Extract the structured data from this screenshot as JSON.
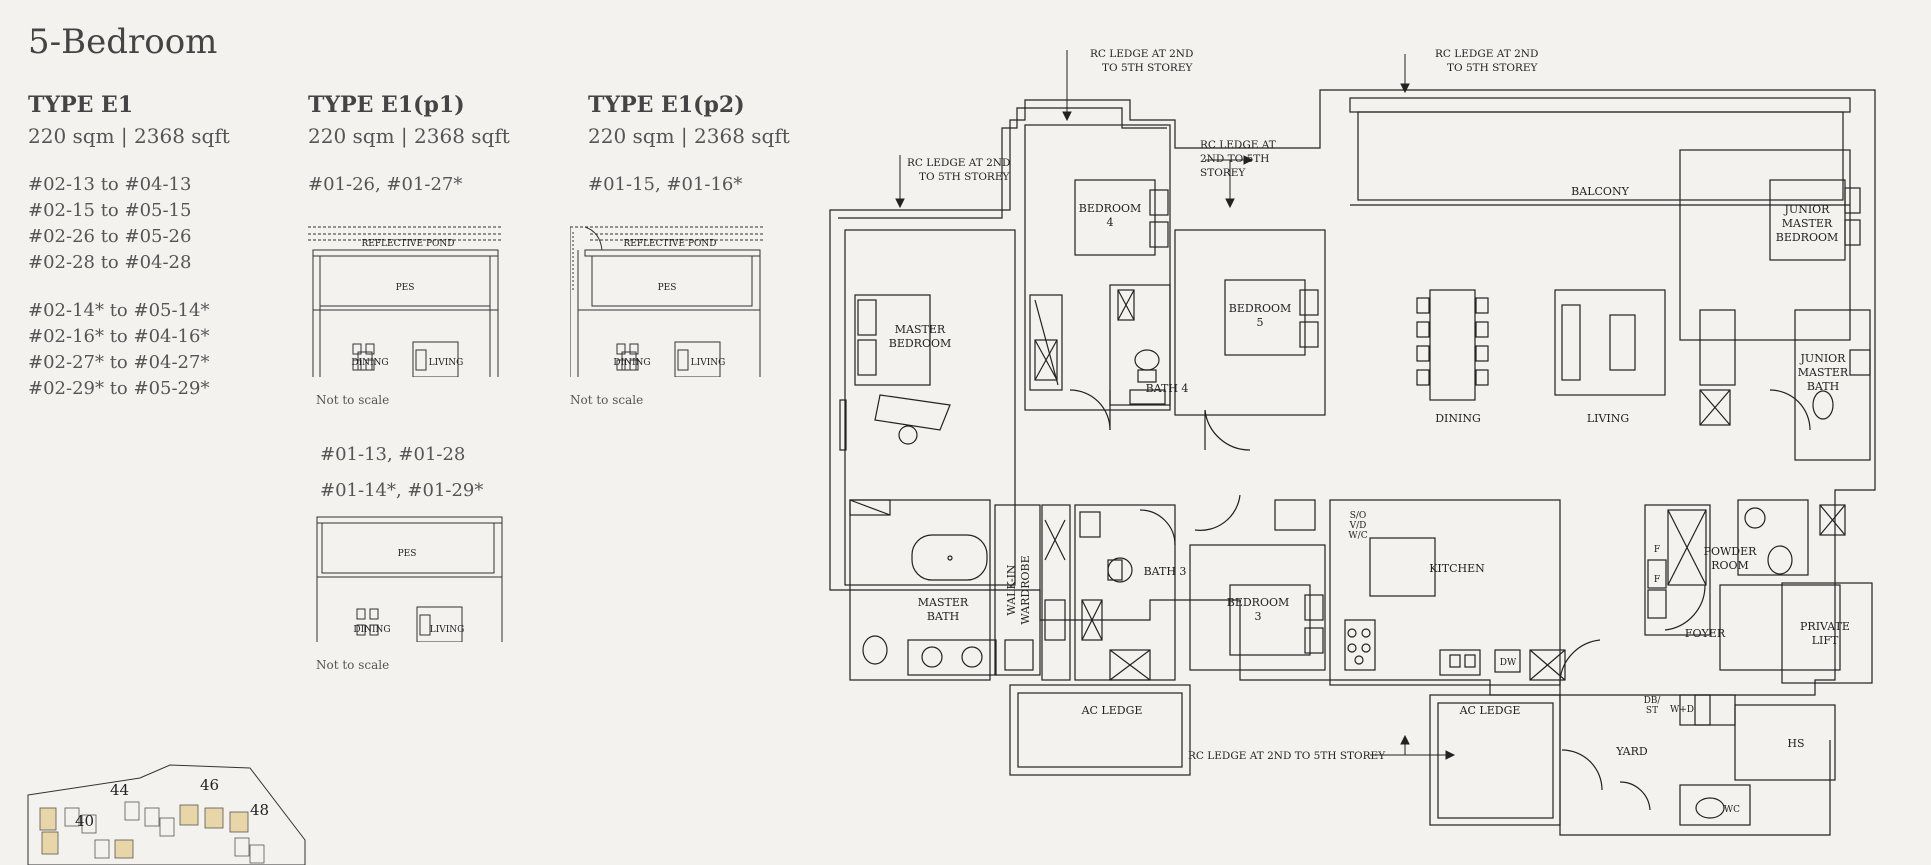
{
  "page_title": "5-Bedroom",
  "types": [
    {
      "name": "TYPE E1",
      "size": "220 sqm | 2368 sqft",
      "unit_groups": [
        [
          "#02-13  to #04-13",
          "#02-15  to #05-15",
          "#02-26  to #05-26",
          "#02-28  to #04-28"
        ],
        [
          "#02-14*  to #05-14*",
          "#02-16*  to #04-16*",
          "#02-27*  to #04-27*",
          "#02-29*  to #05-29*"
        ]
      ]
    },
    {
      "name": "TYPE E1(p1)",
      "size": "220 sqm | 2368 sqft",
      "unit_groups": [
        [
          "#01-26, #01-27*"
        ]
      ]
    },
    {
      "name": "TYPE E1(p2)",
      "size": "220 sqm | 2368 sqft",
      "unit_groups": [
        [
          "#01-15, #01-16*"
        ]
      ]
    }
  ],
  "key_plans": {
    "reflective_pond": "REFLECTIVE POND",
    "pes": "PES",
    "dining": "DINING",
    "living": "LIVING",
    "not_to_scale": "Not to scale",
    "extra_units_1": "#01-13, #01-28",
    "extra_units_2": "#01-14*, #01-29*"
  },
  "site_plan_labels": [
    "44",
    "46",
    "48",
    "40"
  ],
  "floor_plan": {
    "rooms": {
      "balcony": "BALCONY",
      "bedroom4": [
        "BEDROOM",
        "4"
      ],
      "bedroom5": [
        "BEDROOM",
        "5"
      ],
      "bedroom3": [
        "BEDROOM",
        "3"
      ],
      "master_bedroom": [
        "MASTER",
        "BEDROOM"
      ],
      "junior_master_bedroom": [
        "JUNIOR",
        "MASTER",
        "BEDROOM"
      ],
      "junior_master_bath": [
        "JUNIOR",
        "MASTER",
        "BATH"
      ],
      "bath4": "BATH 4",
      "bath3": "BATH 3",
      "master_bath": [
        "MASTER",
        "BATH"
      ],
      "walk_in_wardrobe": [
        "WALK-IN",
        "WARDROBE"
      ],
      "dining": "DINING",
      "living": "LIVING",
      "kitchen": "KITCHEN",
      "powder_room": [
        "POWDER",
        "ROOM"
      ],
      "foyer": "FOYER",
      "private_lift": [
        "PRIVATE",
        "LIFT"
      ],
      "ac_ledge_1": "AC LEDGE",
      "ac_ledge_2": "AC LEDGE",
      "yard": "YARD",
      "hs": "HS",
      "wc": "WC",
      "dbst": [
        "DB/",
        "ST"
      ],
      "wd": "W+D",
      "dw": "DW",
      "svw": [
        "S/O",
        "V/D",
        "W/C"
      ],
      "fridge": "F"
    },
    "notes": {
      "rc_top_1": [
        "RC LEDGE AT 2ND",
        "TO 5TH STOREY"
      ],
      "rc_top_2": [
        "RC LEDGE AT 2ND",
        "TO 5TH STOREY"
      ],
      "rc_left": [
        "RC LEDGE AT 2ND",
        "TO 5TH STOREY"
      ],
      "rc_mid": [
        "RC LEDGE AT",
        "2ND TO 5TH",
        "STOREY"
      ],
      "rc_bottom": "RC LEDGE AT 2ND TO 5TH STOREY"
    }
  }
}
